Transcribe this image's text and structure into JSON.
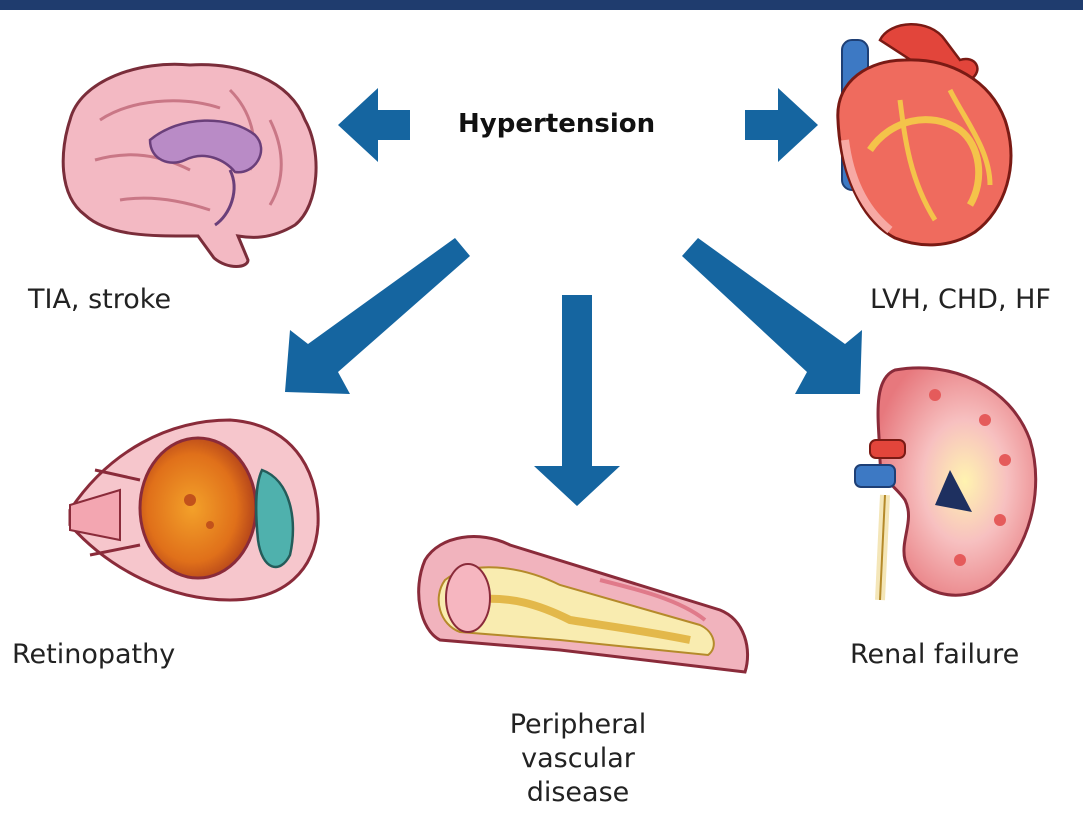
{
  "center": {
    "label": "Hypertension"
  },
  "outcomes": {
    "brain": {
      "label": "TIA, stroke"
    },
    "heart": {
      "label": "LVH, CHD, HF"
    },
    "eye": {
      "label": "Retinopathy"
    },
    "vessel": {
      "lines": [
        "Peripheral",
        "vascular",
        "disease"
      ]
    },
    "kidney": {
      "label": "Renal failure"
    }
  },
  "colors": {
    "arrow": "#1565a0",
    "text": "#222222"
  }
}
